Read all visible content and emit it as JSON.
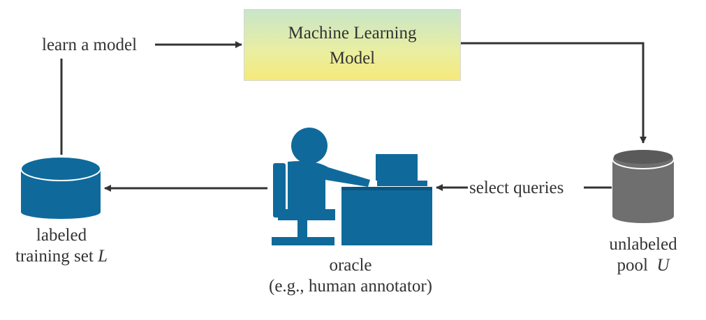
{
  "diagram": {
    "model_box": {
      "line1": "Machine Learning",
      "line2": "Model"
    },
    "learn_label": "learn a model",
    "select_label": "select queries",
    "labeled_set": {
      "line1": "labeled",
      "line2_prefix": "training set ",
      "line2_var": "L"
    },
    "unlabeled_pool": {
      "line1": "unlabeled",
      "line2_prefix": "pool  ",
      "line2_var": "U"
    },
    "oracle": {
      "line1": "oracle",
      "line2": "(e.g., human annotator)"
    },
    "colors": {
      "blue": "#0f6a9b",
      "gray": "#6f6f6f",
      "line": "#333333",
      "box_top": "#c8e6c9",
      "box_bottom": "#f5ea7a"
    },
    "icons": [
      "labeled-database-icon",
      "unlabeled-database-icon",
      "oracle-person-icon",
      "computer-icon",
      "desk-icon",
      "chair-icon"
    ]
  }
}
